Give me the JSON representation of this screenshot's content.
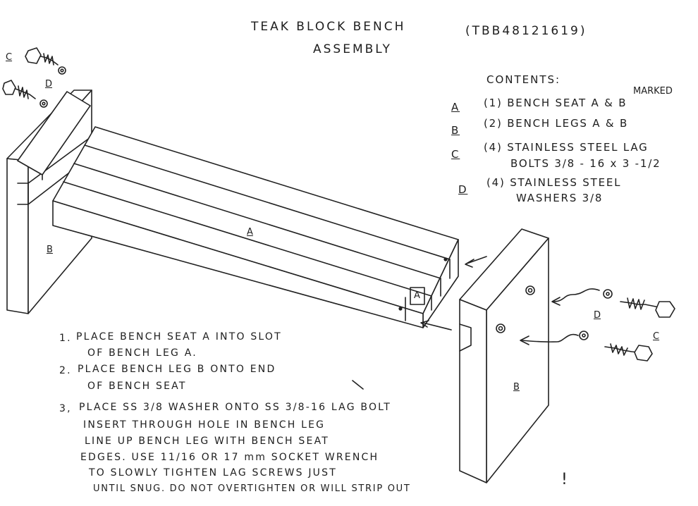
{
  "title": {
    "line1": "TEAK BLOCK BENCH",
    "code": "(TBB48121619)",
    "line2": "ASSEMBLY"
  },
  "contents": {
    "heading": "CONTENTS:",
    "marked_note": "MARKED",
    "items": [
      {
        "letter": "A",
        "text": "(1) BENCH SEAT   A & B"
      },
      {
        "letter": "B",
        "text": "(2) BENCH LEGS  A & B"
      },
      {
        "letter": "C",
        "text": "(4) STAINLESS STEEL LAG",
        "text2": "BOLTS 3/8 - 16 x 3 -1/2"
      },
      {
        "letter": "D",
        "text": "(4) STAINLESS STEEL",
        "text2": "WASHERS 3/8"
      }
    ]
  },
  "steps": [
    {
      "num": "1.",
      "lines": [
        "PLACE  BENCH SEAT A  INTO SLOT",
        "OF BENCH LEG A."
      ]
    },
    {
      "num": "2.",
      "lines": [
        "PLACE BENCH LEG B ONTO END",
        "OF BENCH SEAT"
      ]
    },
    {
      "num": "3,",
      "lines": [
        "PLACE SS 3/8 WASHER ONTO SS 3/8-16 LAG BOLT",
        "INSERT THROUGH HOLE IN BENCH LEG",
        "LINE UP BENCH LEG WITH BENCH SEAT",
        "EDGES. USE 11/16 OR 17 mm  SOCKET WRENCH",
        "TO SLOWLY TIGHTEN LAG SCREWS JUST",
        "UNTIL SNUG. DO NOT OVERTIGHTEN OR WILL STRIP OUT"
      ]
    }
  ],
  "exclamation": "!",
  "diagram_labels": {
    "seat": "A",
    "seat_end": "A",
    "left_leg": "B",
    "right_leg": "B",
    "left_bolt": "C",
    "left_washer": "D",
    "right_washer": "D",
    "right_bolt": "C"
  }
}
